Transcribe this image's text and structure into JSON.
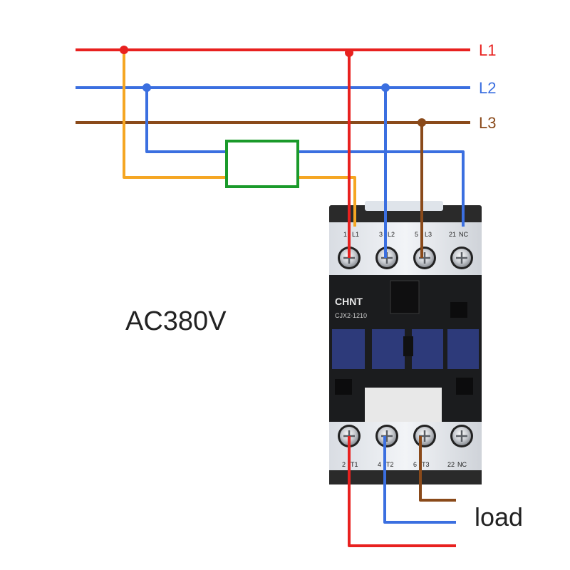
{
  "phases": [
    {
      "name": "L1",
      "color": "#e8211f"
    },
    {
      "name": "L2",
      "color": "#3b6fe0"
    },
    {
      "name": "L3",
      "color": "#8a4a1a"
    }
  ],
  "coil_wire_color": "#f5a623",
  "coil_color": "#1a9a2a",
  "voltage_label": "AC380V",
  "load_label": "load",
  "contactor": {
    "brand": "CHNT",
    "model": "CJX2-1210",
    "top_terminals": [
      "1",
      "L1",
      "3",
      "L2",
      "5",
      "L3",
      "21",
      "NC"
    ],
    "bottom_terminals": [
      "2",
      "T1",
      "4",
      "T2",
      "6",
      "T3",
      "22",
      "NC"
    ]
  }
}
